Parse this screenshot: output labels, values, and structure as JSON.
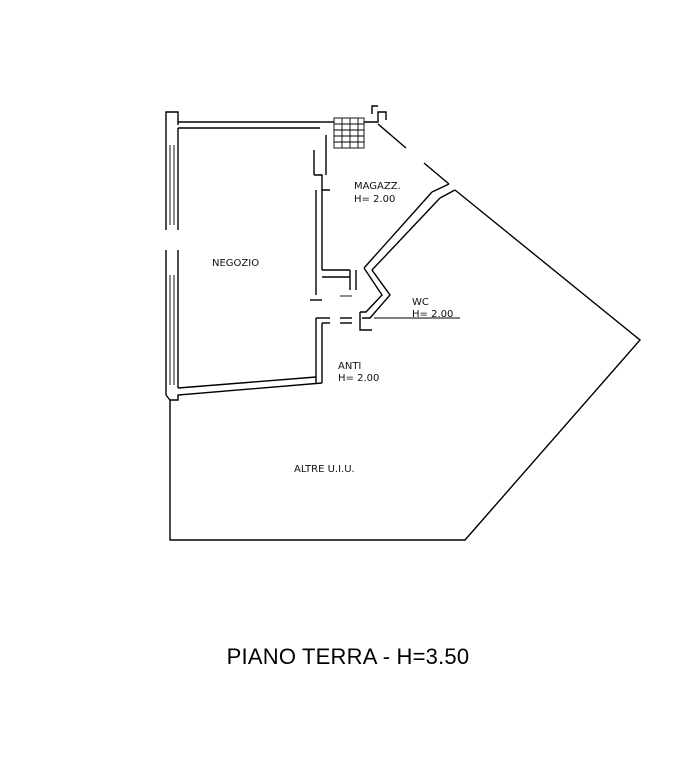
{
  "rooms": {
    "negozio": "NEGOZIO",
    "magazz": {
      "name": "MAGAZZ.",
      "height": "H= 2.00"
    },
    "wc": {
      "name": "WC",
      "height": "H= 2.00"
    },
    "anti": {
      "name": "ANTI",
      "height": "H= 2.00"
    },
    "altre": "ALTRE U.I.U."
  },
  "caption": "PIANO TERRA - H=3.50"
}
